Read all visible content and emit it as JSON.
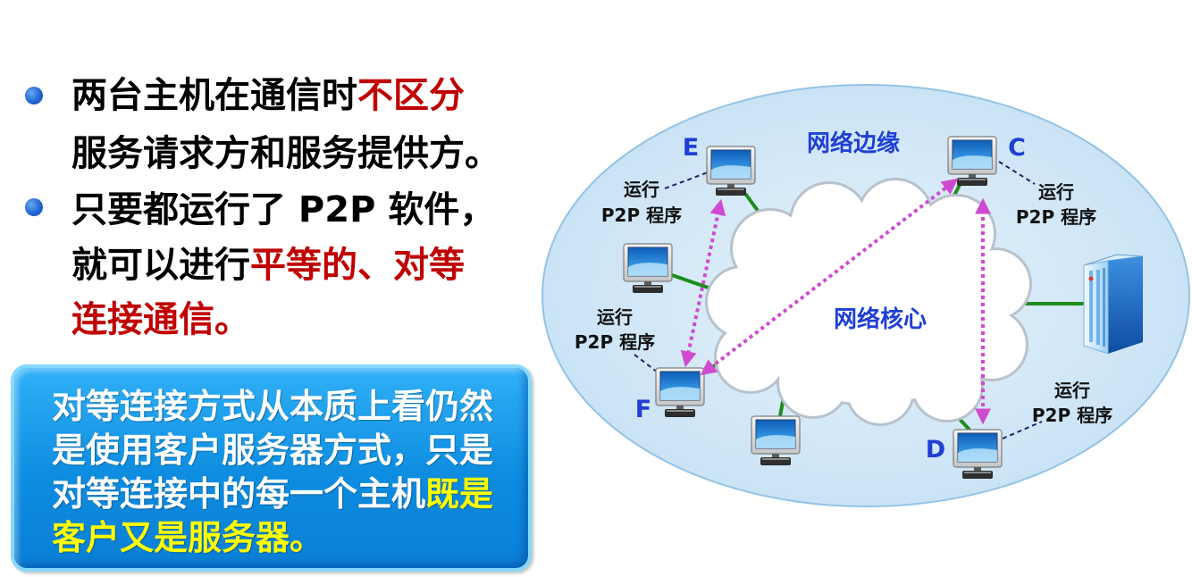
{
  "colors": {
    "text": "#000000",
    "emphasis": "#c00000",
    "bullet": "#1f66d1",
    "highlight": "#ffff00",
    "note_text": "#ffffff",
    "note_fill": "#0d8ce0",
    "diagram_label": "#1f3fd6",
    "link": "#1e8c1e",
    "p2p_arrow": "#d04ad0",
    "leader_line": "#1a2366",
    "edge_region": "#c4e0f4"
  },
  "icons": {
    "bullet": "bullet-dot-icon",
    "host": "monitor-icon",
    "server": "server-icon",
    "core": "cloud-icon"
  },
  "bullets": [
    {
      "line1_plain": "两台主机在通信时",
      "line1_emph": "不区分",
      "line2_plain": "服务请求方和服务提供方。"
    },
    {
      "line1_plain": "只要都运行了 P2P 软件，",
      "line2_plain": "就可以进行",
      "line2_emph": "平等的、对等",
      "line3_emph": "连接通信。"
    }
  ],
  "note_box": {
    "line1": "对等连接方式从本质上看仍然",
    "line2": "是使用客户服务器方式，只是",
    "line3_plain": "对等连接中的每一个主机",
    "line3_highlight": "既是",
    "line4_highlight": "客户又是服务器。"
  },
  "diagram": {
    "edge_label": "网络边缘",
    "core_label": "网络核心",
    "host_labels": {
      "e": "E",
      "c": "C",
      "f": "F",
      "d": "D"
    },
    "p2p_annotations": {
      "e": {
        "line1": "运行",
        "line2": "P2P 程序"
      },
      "c": {
        "line1": "运行",
        "line2": "P2P 程序"
      },
      "f": {
        "line1": "运行",
        "line2": "P2P 程序"
      },
      "d": {
        "line1": "运行",
        "line2": "P2P 程序"
      }
    }
  }
}
